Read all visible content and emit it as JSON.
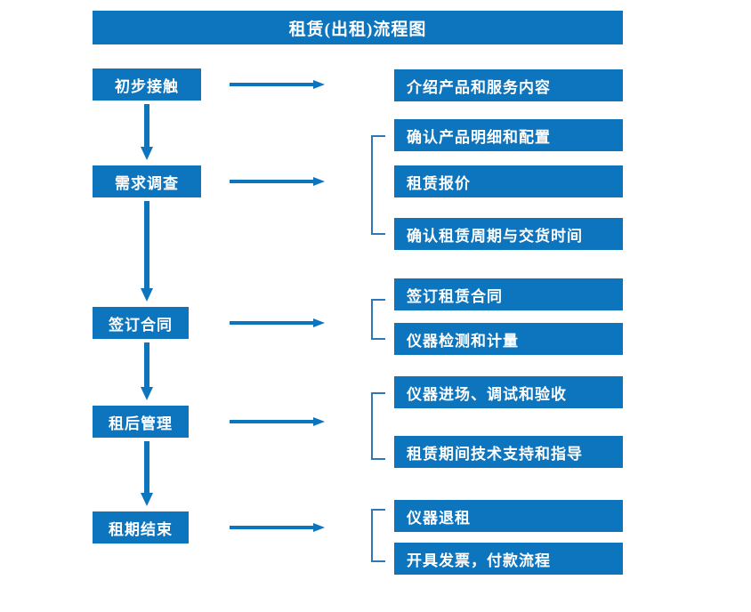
{
  "diagram": {
    "title": "租赁(出租)流程图",
    "colors": {
      "box_fill": "#0D74BE",
      "box_text": "#FFFFFF",
      "arrow": "#0D74BE",
      "bracket": "#2E78B8",
      "background": "#FFFFFF"
    },
    "stages": [
      {
        "id": "stage-1",
        "label": "初步接触",
        "details": [
          "介绍产品和服务内容"
        ],
        "bracketed": false
      },
      {
        "id": "stage-2",
        "label": "需求调查",
        "details": [
          "确认产品明细和配置",
          "租赁报价",
          "确认租赁周期与交货时间"
        ],
        "bracketed": true
      },
      {
        "id": "stage-3",
        "label": "签订合同",
        "details": [
          "签订租赁合同",
          "仪器检测和计量"
        ],
        "bracketed": true
      },
      {
        "id": "stage-4",
        "label": "租后管理",
        "details": [
          "仪器进场、调试和验收",
          "租赁期间技术支持和指导"
        ],
        "bracketed": true
      },
      {
        "id": "stage-5",
        "label": "租期结束",
        "details": [
          "仪器退租",
          "开具发票，付款流程"
        ],
        "bracketed": true
      }
    ],
    "detail_boxes": [
      "介绍产品和服务内容",
      "确认产品明细和配置",
      "租赁报价",
      "确认租赁周期与交货时间",
      "签订租赁合同",
      "仪器检测和计量",
      "仪器进场、调试和验收",
      "租赁期间技术支持和指导",
      "仪器退租",
      "开具发票，付款流程"
    ],
    "connectors": {
      "stage_to_stage": [
        "初步接触→需求调查",
        "需求调查→签订合同",
        "签订合同→租后管理",
        "租后管理→租期结束"
      ],
      "stage_to_details": [
        "初步接触→详情",
        "需求调查→详情",
        "签订合同→详情",
        "租后管理→详情",
        "租期结束→详情"
      ]
    }
  }
}
